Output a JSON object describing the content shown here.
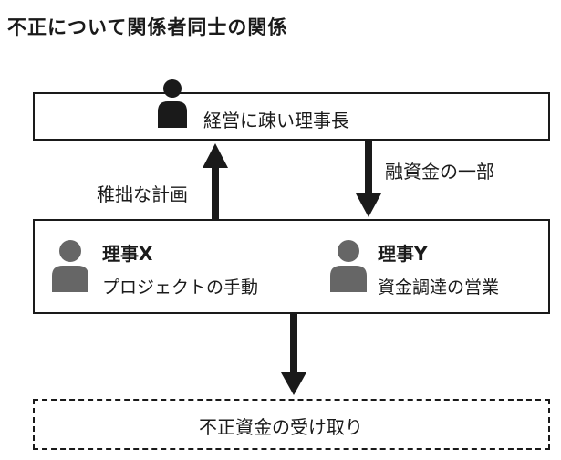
{
  "title": "不正について関係者同士の関係",
  "nodes": {
    "chairman": {
      "label": "経営に疎い理事長"
    },
    "director_x": {
      "name": "理事X",
      "role": "プロジェクトの手動"
    },
    "director_y": {
      "name": "理事Y",
      "role": "資金調達の営業"
    },
    "result": {
      "label": "不正資金の受け取り"
    }
  },
  "edges": {
    "up_label": "稚拙な計画",
    "down_label": "融資金の一部"
  },
  "colors": {
    "line": "#1a1a1a",
    "person_dark": "#1a1a1a",
    "person_gray": "#666666"
  },
  "icons": {
    "person": "person-icon",
    "plus": "plus-icon"
  }
}
